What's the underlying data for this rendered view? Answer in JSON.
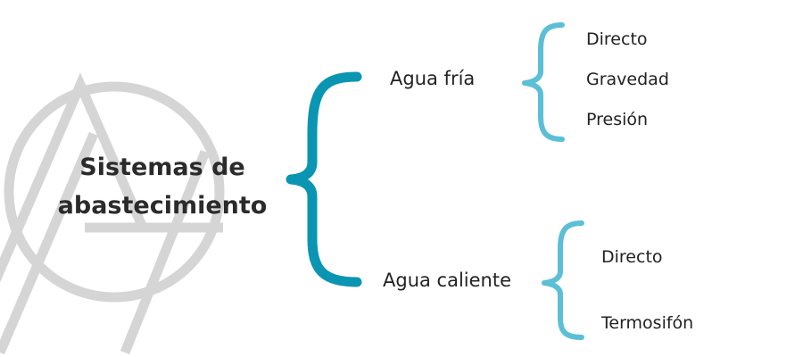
{
  "colors": {
    "main_brace": "#0a95b3",
    "sub_brace": "#5bbfd6",
    "watermark": "#c8c8c8",
    "text": "#222222"
  },
  "diagram": {
    "root": {
      "line1": "Sistemas de",
      "line2": "abastecimiento"
    },
    "branches": [
      {
        "label": "Agua fría",
        "items": [
          "Directo",
          "Gravedad",
          "Presión"
        ]
      },
      {
        "label": "Agua caliente",
        "items": [
          "Directo",
          "Termosifón"
        ]
      }
    ]
  }
}
